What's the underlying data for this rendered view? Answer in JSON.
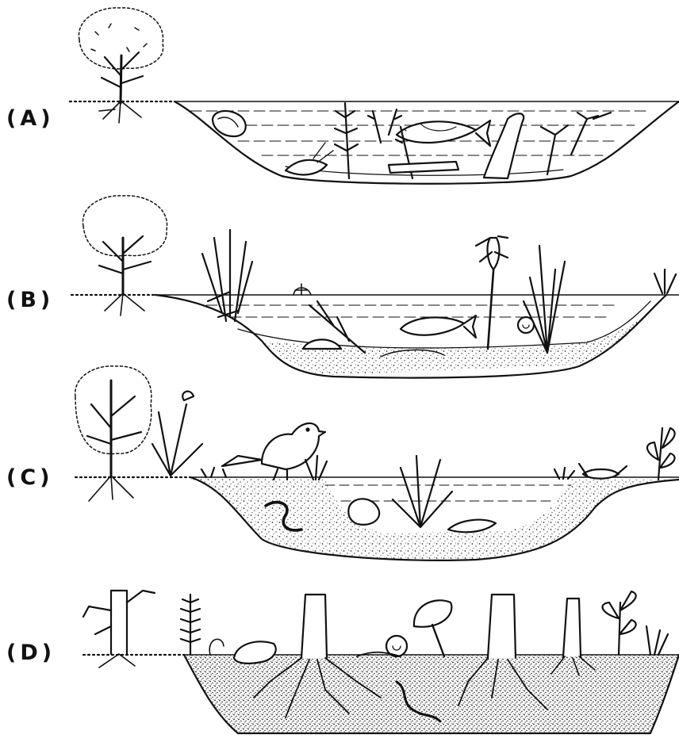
{
  "stages": [
    {
      "label": "(A)"
    },
    {
      "label": "(B)"
    },
    {
      "label": "(C)"
    },
    {
      "label": "(D)"
    }
  ],
  "colors": {
    "ink": "#111111",
    "background": "#ffffff",
    "sediment": "#8a8a8a"
  }
}
